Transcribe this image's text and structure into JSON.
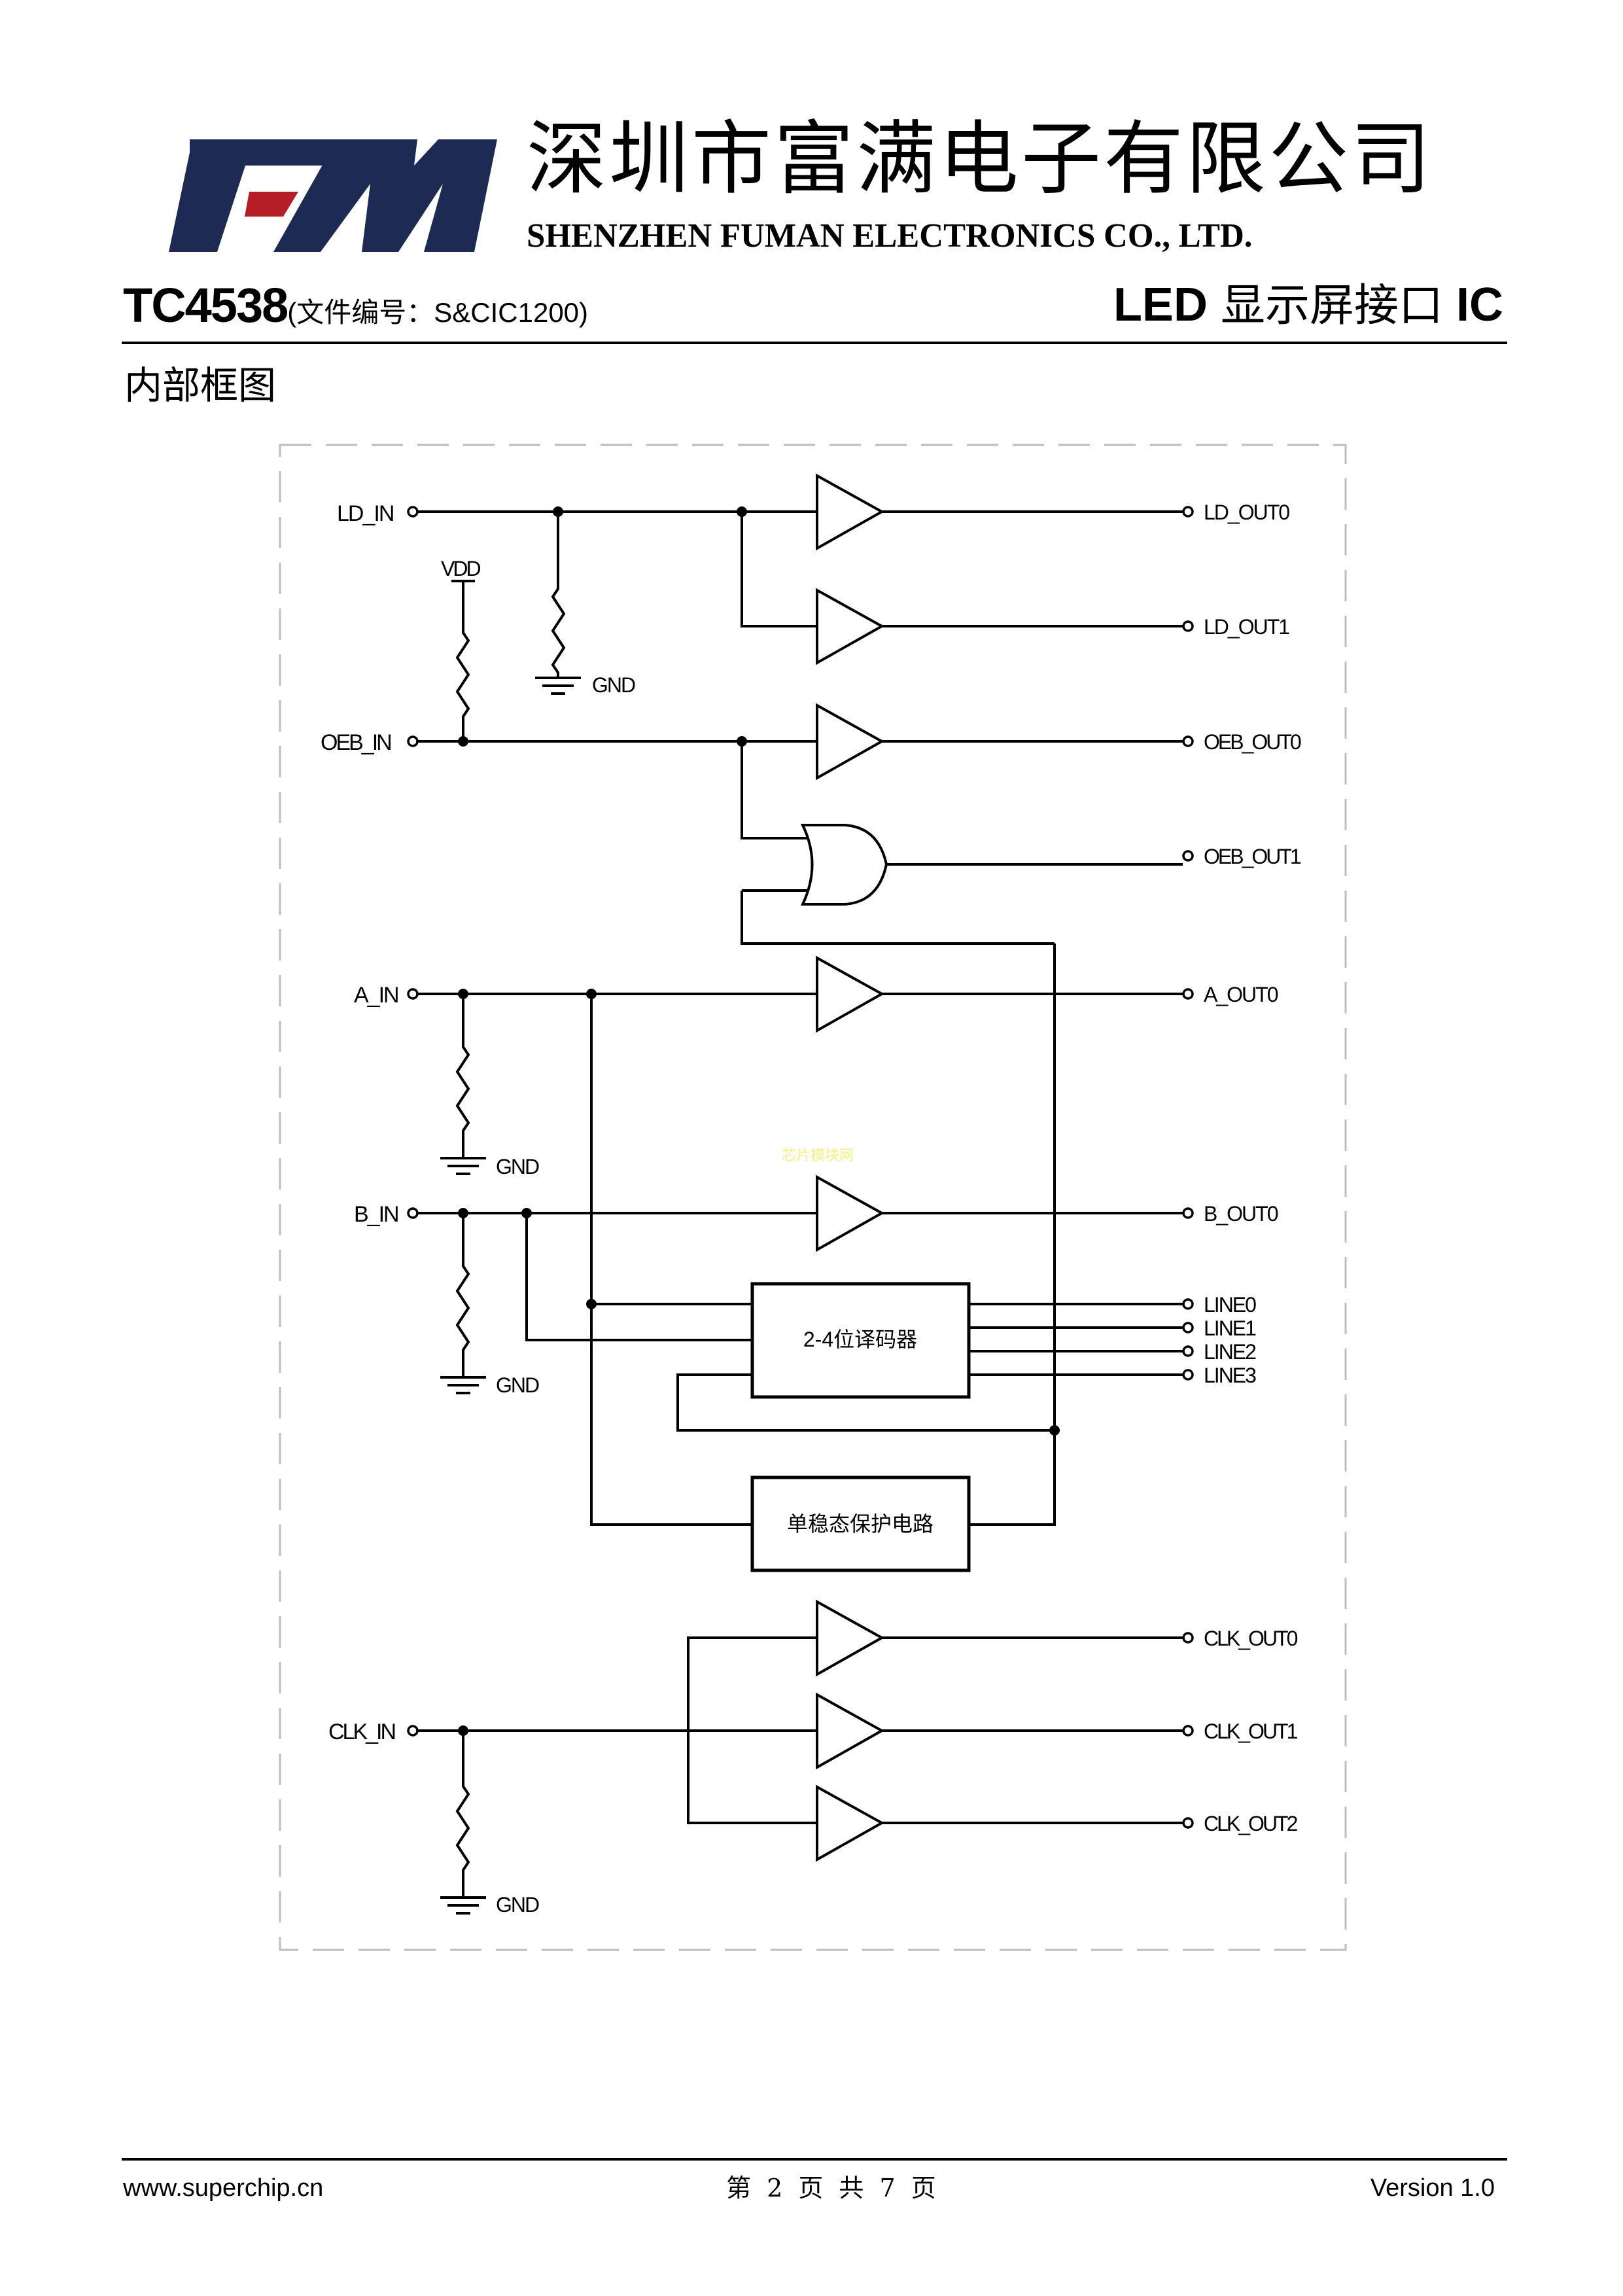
{
  "header": {
    "company_name_cn": "深圳市富满电子有限公司",
    "company_name_en": "SHENZHEN FUMAN ELECTRONICS CO., LTD.",
    "logo": {
      "icon": "fm-logo-icon",
      "text": "FM",
      "primary_color": "#1c2a54",
      "accent_color": "#b51e26"
    },
    "part_number": "TC4538",
    "document_number": "(文件编号：S&CIC1200)",
    "product_type_prefix": "LED",
    "product_type_cn": "显示屏接口",
    "product_type_suffix": "IC"
  },
  "section": {
    "title": "内部框图"
  },
  "diagram": {
    "inputs": {
      "ld_in": "LD_IN",
      "oeb_in": "OEB_IN",
      "a_in": "A_IN",
      "b_in": "B_IN",
      "clk_in": "CLK_IN"
    },
    "outputs": {
      "ld_out0": "LD_OUT0",
      "ld_out1": "LD_OUT1",
      "oeb_out0": "OEB_OUT0",
      "oeb_out1": "OEB_OUT1",
      "a_out0": "A_OUT0",
      "b_out0": "B_OUT0",
      "line0": "LINE0",
      "line1": "LINE1",
      "line2": "LINE2",
      "line3": "LINE3",
      "clk_out0": "CLK_OUT0",
      "clk_out1": "CLK_OUT1",
      "clk_out2": "CLK_OUT2"
    },
    "supply": {
      "vdd": "VDD",
      "gnd": "GND"
    },
    "blocks": {
      "decoder": "2-4位译码器",
      "monostable": "单稳态保护电路"
    },
    "watermark": {
      "text": "芯片模块网",
      "color": "#f5f07a"
    }
  },
  "footer": {
    "website": "www.superchip.cn",
    "page_info": "第 2 页 共 7 页",
    "version": "Version 1.0"
  }
}
